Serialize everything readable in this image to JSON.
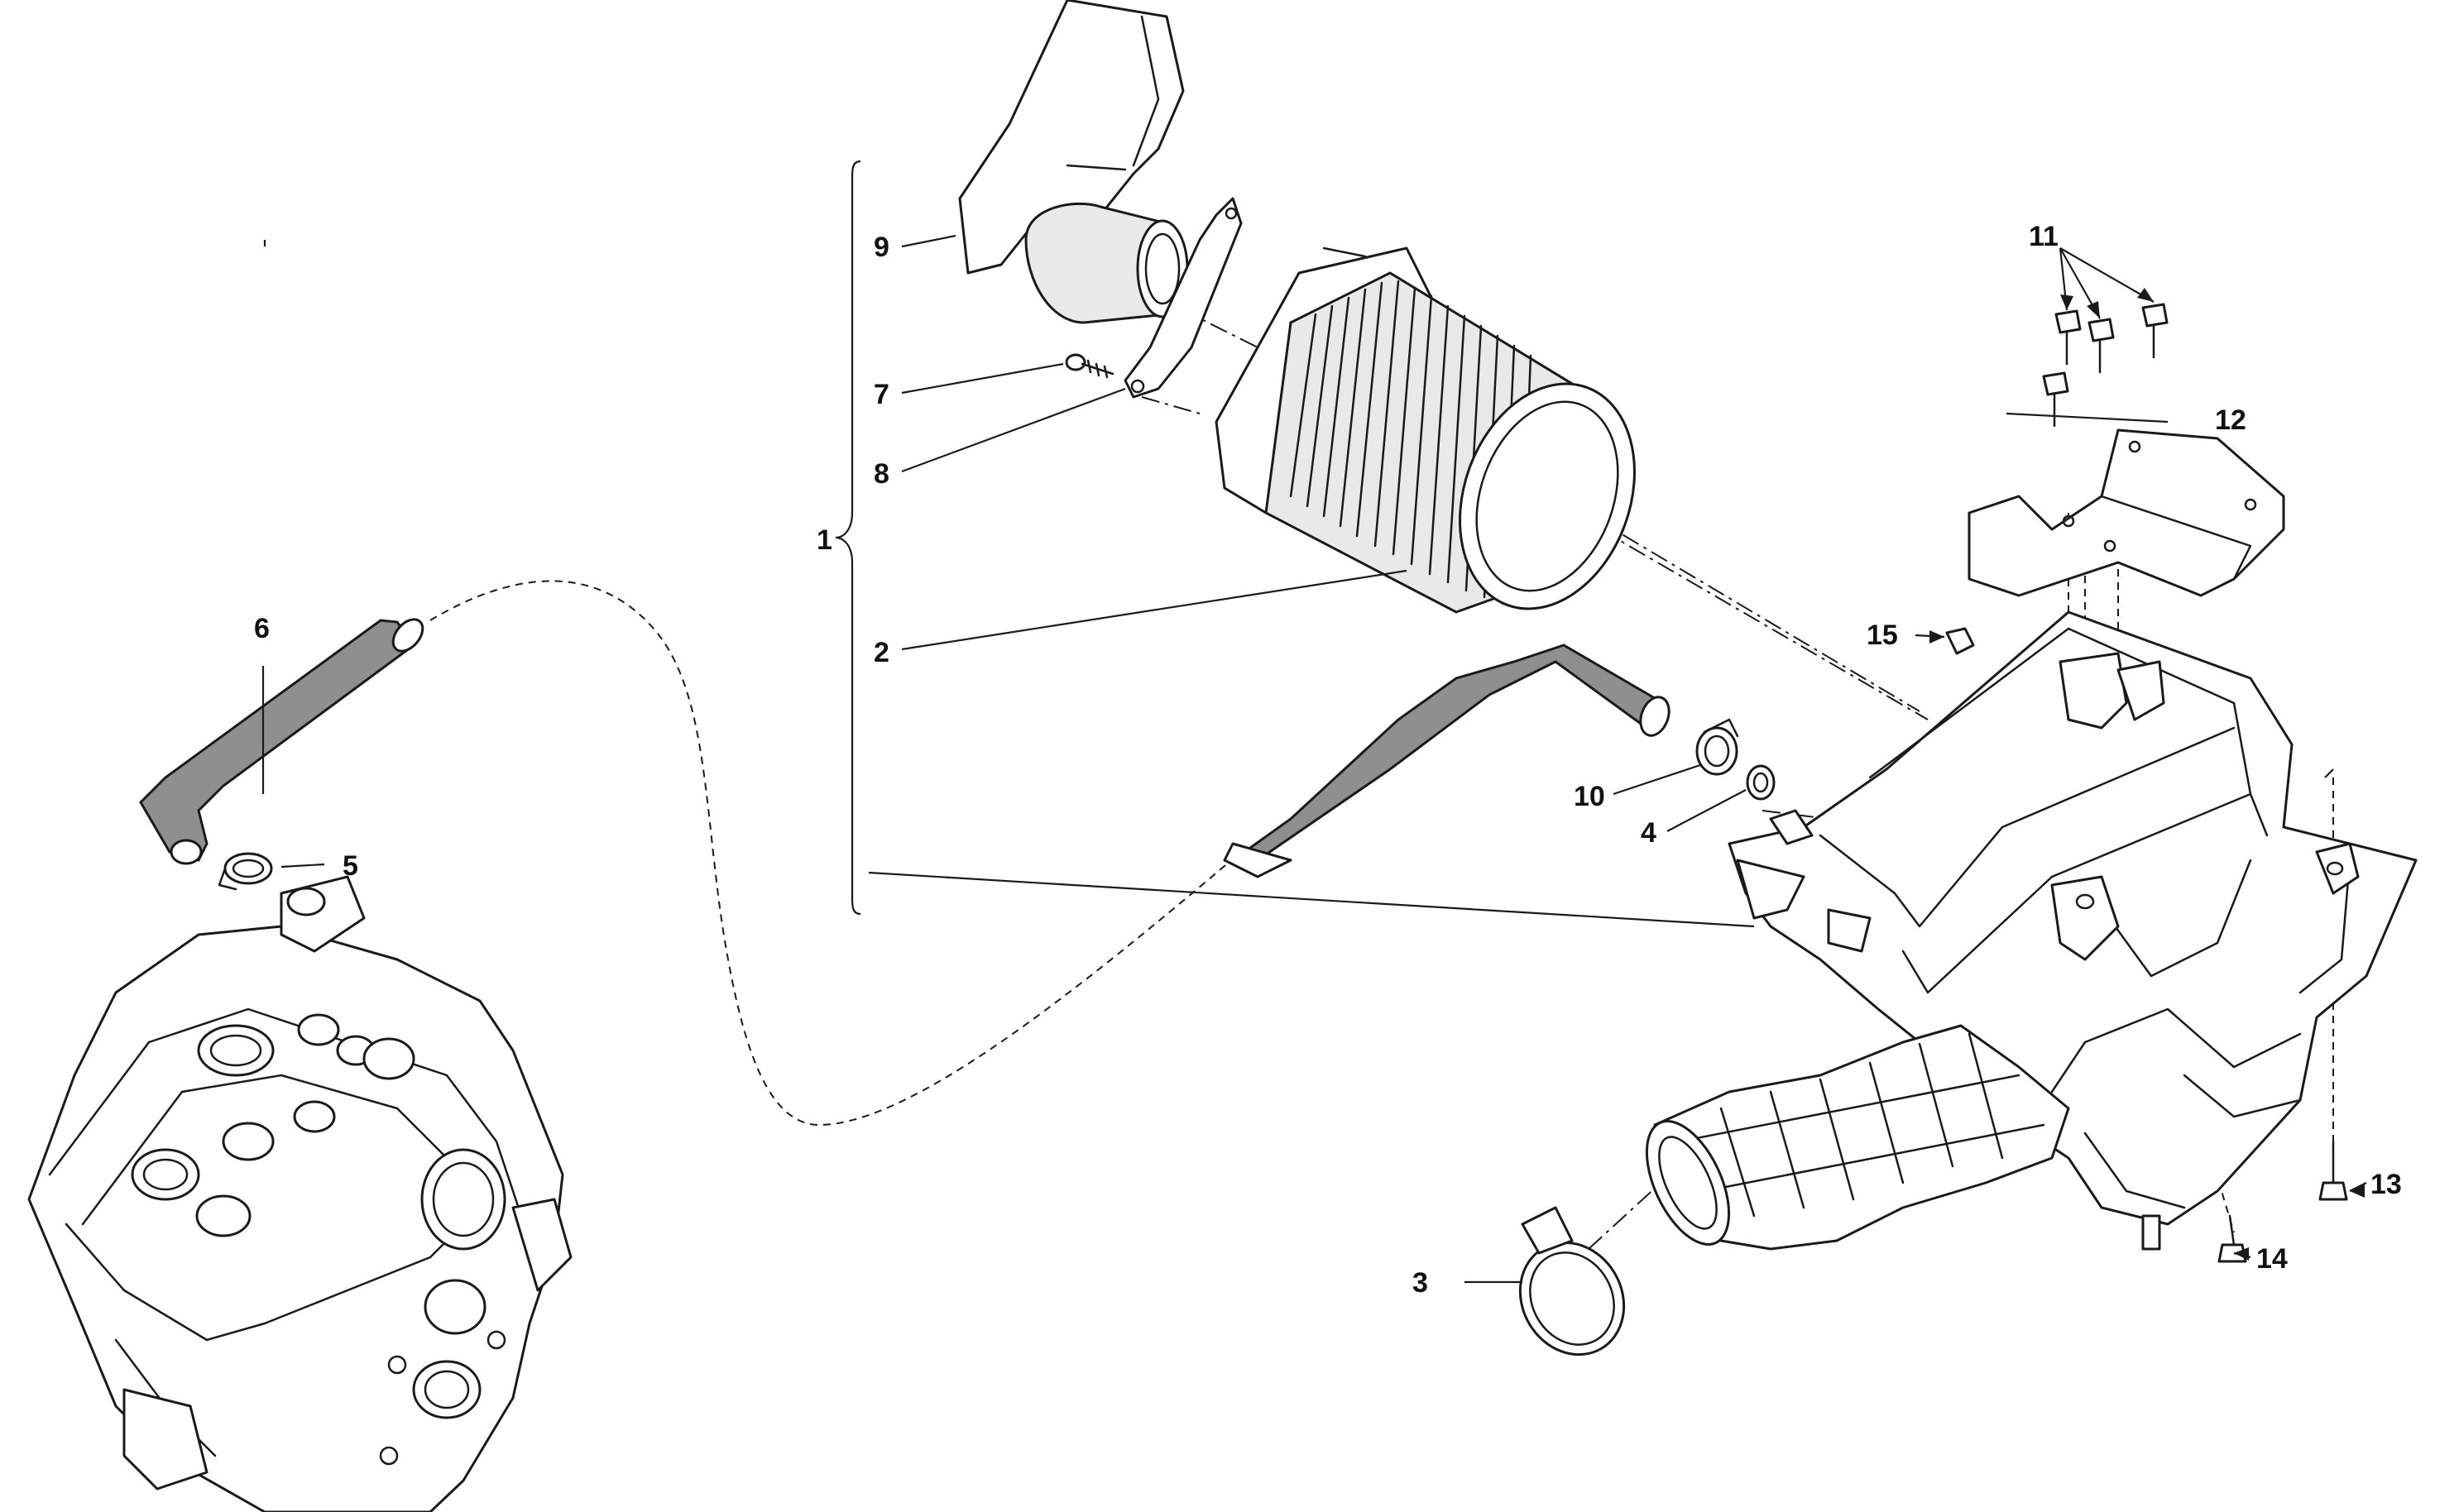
{
  "diagram": {
    "callouts": [
      {
        "id": "1",
        "label": "1"
      },
      {
        "id": "2",
        "label": "2"
      },
      {
        "id": "3",
        "label": "3"
      },
      {
        "id": "4",
        "label": "4"
      },
      {
        "id": "5",
        "label": "5"
      },
      {
        "id": "6",
        "label": "6"
      },
      {
        "id": "7",
        "label": "7"
      },
      {
        "id": "8",
        "label": "8"
      },
      {
        "id": "9",
        "label": "9"
      },
      {
        "id": "10",
        "label": "10"
      },
      {
        "id": "11",
        "label": "11"
      },
      {
        "id": "12",
        "label": "12"
      },
      {
        "id": "13",
        "label": "13"
      },
      {
        "id": "14",
        "label": "14"
      },
      {
        "id": "15",
        "label": "15"
      }
    ],
    "line_color": "#1a1a1a",
    "hose_color": "#8f8f8f"
  }
}
